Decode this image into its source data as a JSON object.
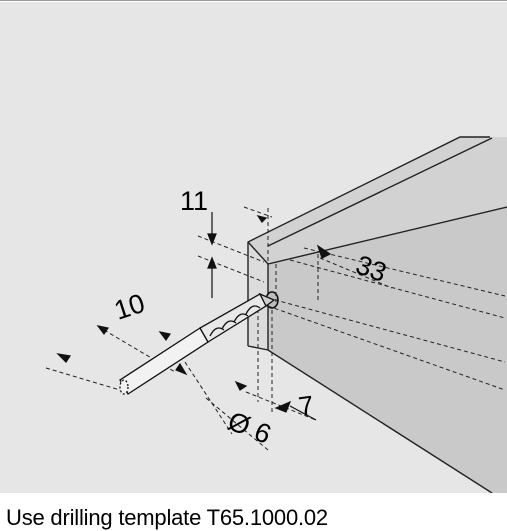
{
  "figure": {
    "dimensions": {
      "d11": "11",
      "d10": "10",
      "d33": "33",
      "d7": "7",
      "dia6": "Ø 6"
    }
  },
  "caption": {
    "text": "Use drilling template T65.1000.02"
  }
}
